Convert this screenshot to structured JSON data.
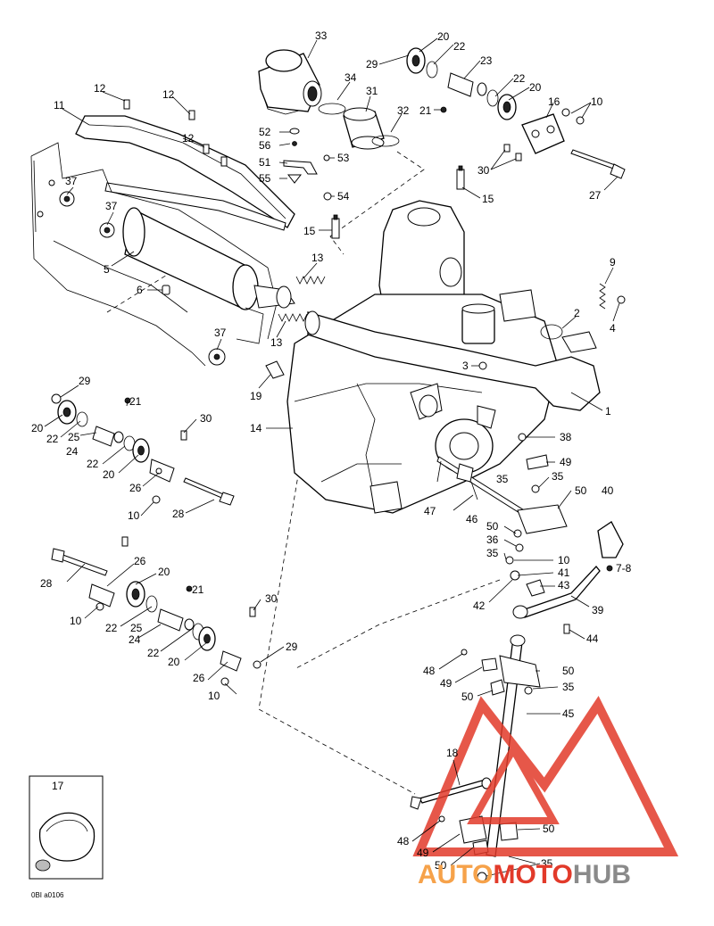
{
  "diagram": {
    "drawing_code": "0BI a0106",
    "watermark": {
      "part1": "AUTO",
      "part2": "MOTO",
      "part3": "HUB",
      "color_red": "#e23a2a",
      "color_orange": "#f6a24a",
      "color_grey": "#8a8a8a"
    },
    "inset_label": "17",
    "callouts": [
      {
        "id": "c33",
        "text": "33"
      },
      {
        "id": "c34",
        "text": "34"
      },
      {
        "id": "c31",
        "text": "31"
      },
      {
        "id": "c32",
        "text": "32"
      },
      {
        "id": "c52",
        "text": "52"
      },
      {
        "id": "c56",
        "text": "56"
      },
      {
        "id": "c51",
        "text": "51"
      },
      {
        "id": "c55",
        "text": "55"
      },
      {
        "id": "c53",
        "text": "53"
      },
      {
        "id": "c54",
        "text": "54"
      },
      {
        "id": "c20a",
        "text": "20"
      },
      {
        "id": "c22a",
        "text": "22"
      },
      {
        "id": "c29a",
        "text": "29"
      },
      {
        "id": "c23",
        "text": "23"
      },
      {
        "id": "c22b",
        "text": "22"
      },
      {
        "id": "c20b",
        "text": "20"
      },
      {
        "id": "c21a",
        "text": "21"
      },
      {
        "id": "c16",
        "text": "16"
      },
      {
        "id": "c10a",
        "text": "10"
      },
      {
        "id": "c30a",
        "text": "30"
      },
      {
        "id": "c27",
        "text": "27"
      },
      {
        "id": "c15a",
        "text": "15"
      },
      {
        "id": "c15b",
        "text": "15"
      },
      {
        "id": "c12a",
        "text": "12"
      },
      {
        "id": "c12b",
        "text": "12"
      },
      {
        "id": "c12c",
        "text": "12"
      },
      {
        "id": "c11",
        "text": "11"
      },
      {
        "id": "c37a",
        "text": "37"
      },
      {
        "id": "c37b",
        "text": "37"
      },
      {
        "id": "c5",
        "text": "5"
      },
      {
        "id": "c6",
        "text": "6"
      },
      {
        "id": "c37c",
        "text": "37"
      },
      {
        "id": "c13a",
        "text": "13"
      },
      {
        "id": "c13b",
        "text": "13"
      },
      {
        "id": "c9",
        "text": "9"
      },
      {
        "id": "c4",
        "text": "4"
      },
      {
        "id": "c2",
        "text": "2"
      },
      {
        "id": "c3",
        "text": "3"
      },
      {
        "id": "c19",
        "text": "19"
      },
      {
        "id": "c1",
        "text": "1"
      },
      {
        "id": "c14",
        "text": "14"
      },
      {
        "id": "c29b",
        "text": "29"
      },
      {
        "id": "c21b",
        "text": "21"
      },
      {
        "id": "c20c",
        "text": "20"
      },
      {
        "id": "c22c",
        "text": "22"
      },
      {
        "id": "c25a",
        "text": "25"
      },
      {
        "id": "c24a",
        "text": "24"
      },
      {
        "id": "c30b",
        "text": "30"
      },
      {
        "id": "c22d",
        "text": "22"
      },
      {
        "id": "c20d",
        "text": "20"
      },
      {
        "id": "c26a",
        "text": "26"
      },
      {
        "id": "c10b",
        "text": "10"
      },
      {
        "id": "c28a",
        "text": "28"
      },
      {
        "id": "c38",
        "text": "38"
      },
      {
        "id": "c49a",
        "text": "49"
      },
      {
        "id": "c35a",
        "text": "35"
      },
      {
        "id": "c35b",
        "text": "35"
      },
      {
        "id": "c50a",
        "text": "50"
      },
      {
        "id": "c40",
        "text": "40"
      },
      {
        "id": "c47",
        "text": "47"
      },
      {
        "id": "c46",
        "text": "46"
      },
      {
        "id": "c50b",
        "text": "50"
      },
      {
        "id": "c36",
        "text": "36"
      },
      {
        "id": "c35c",
        "text": "35"
      },
      {
        "id": "c10c",
        "text": "10"
      },
      {
        "id": "c41",
        "text": "41"
      },
      {
        "id": "c43",
        "text": "43"
      },
      {
        "id": "c78",
        "text": "7-8"
      },
      {
        "id": "c42",
        "text": "42"
      },
      {
        "id": "c39",
        "text": "39"
      },
      {
        "id": "c44",
        "text": "44"
      },
      {
        "id": "c28b",
        "text": "28"
      },
      {
        "id": "c26b",
        "text": "26"
      },
      {
        "id": "c20e",
        "text": "20"
      },
      {
        "id": "c21c",
        "text": "21"
      },
      {
        "id": "c10d",
        "text": "10"
      },
      {
        "id": "c22e",
        "text": "22"
      },
      {
        "id": "c25b",
        "text": "25"
      },
      {
        "id": "c24b",
        "text": "24"
      },
      {
        "id": "c22f",
        "text": "22"
      },
      {
        "id": "c20f",
        "text": "20"
      },
      {
        "id": "c30c",
        "text": "30"
      },
      {
        "id": "c29c",
        "text": "29"
      },
      {
        "id": "c26c",
        "text": "26"
      },
      {
        "id": "c10e",
        "text": "10"
      },
      {
        "id": "c48a",
        "text": "48"
      },
      {
        "id": "c49b",
        "text": "49"
      },
      {
        "id": "c50c",
        "text": "50"
      },
      {
        "id": "c50d",
        "text": "50"
      },
      {
        "id": "c35d",
        "text": "35"
      },
      {
        "id": "c45",
        "text": "45"
      },
      {
        "id": "c18",
        "text": "18"
      },
      {
        "id": "c48b",
        "text": "48"
      },
      {
        "id": "c49c",
        "text": "49"
      },
      {
        "id": "c50e",
        "text": "50"
      },
      {
        "id": "c50f",
        "text": "50"
      },
      {
        "id": "c35e",
        "text": "35"
      }
    ]
  }
}
